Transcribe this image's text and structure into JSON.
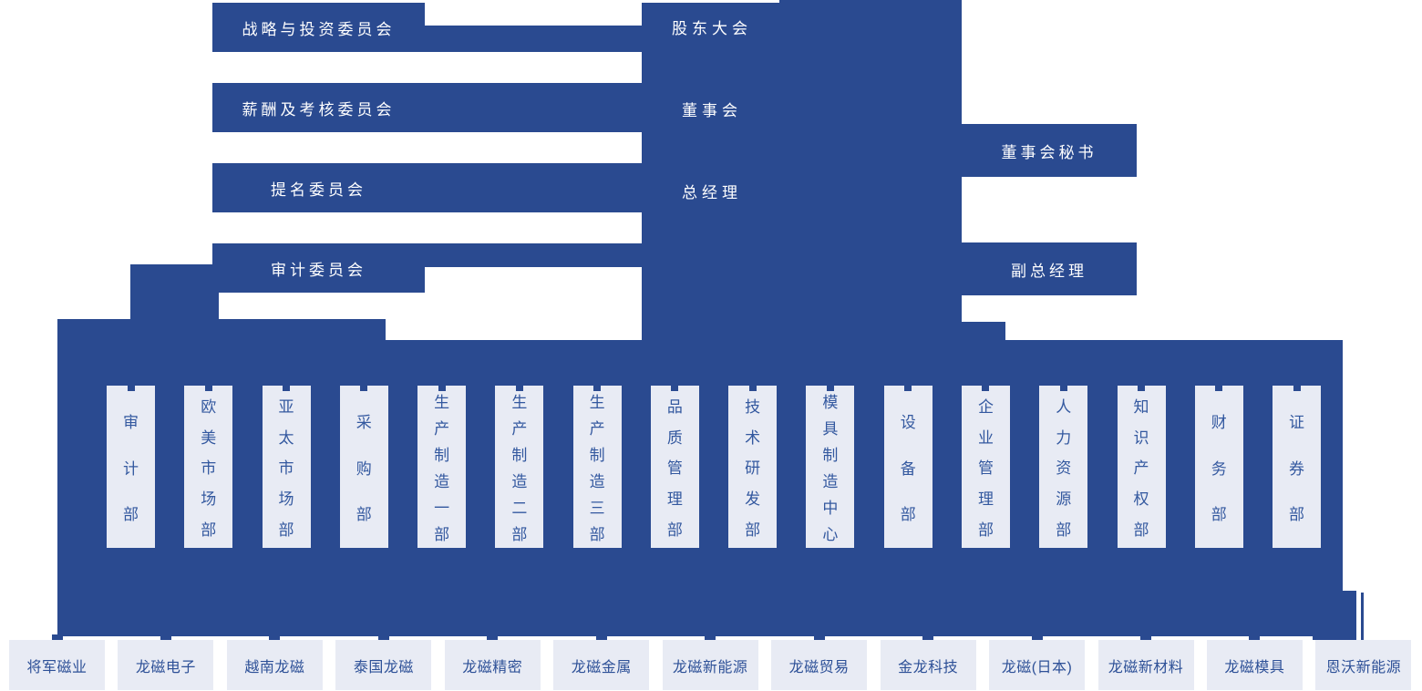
{
  "governance": {
    "shareholders_meeting": "股东大会",
    "board_of_directors": "董事会",
    "general_manager": "总经理"
  },
  "committees": [
    "战略与投资委员会",
    "薪酬及考核委员会",
    "提名委员会",
    "审计委员会"
  ],
  "executives": [
    "董事会秘书",
    "副总经理"
  ],
  "departments": [
    "审计部",
    "欧美市场部",
    "亚太市场部",
    "采购部",
    "生产制造一部",
    "生产制造二部",
    "生产制造三部",
    "品质管理部",
    "技术研发部",
    "模具制造中心",
    "设备部",
    "企业管理部",
    "人力资源部",
    "知识产权部",
    "财务部",
    "证券部"
  ],
  "subsidiaries": [
    "将军磁业",
    "龙磁电子",
    "越南龙磁",
    "泰国龙磁",
    "龙磁精密",
    "龙磁金属",
    "龙磁新能源",
    "龙磁贸易",
    "金龙科技",
    "龙磁(日本)",
    "龙磁新材料",
    "龙磁模具",
    "恩沃新能源"
  ],
  "colors": {
    "primary_blue": "#2a4a90",
    "light_box": "#e8ebf4",
    "department_text": "#33589f",
    "subsidiary_text": "#2d5097",
    "label_text": "#ffffff"
  }
}
